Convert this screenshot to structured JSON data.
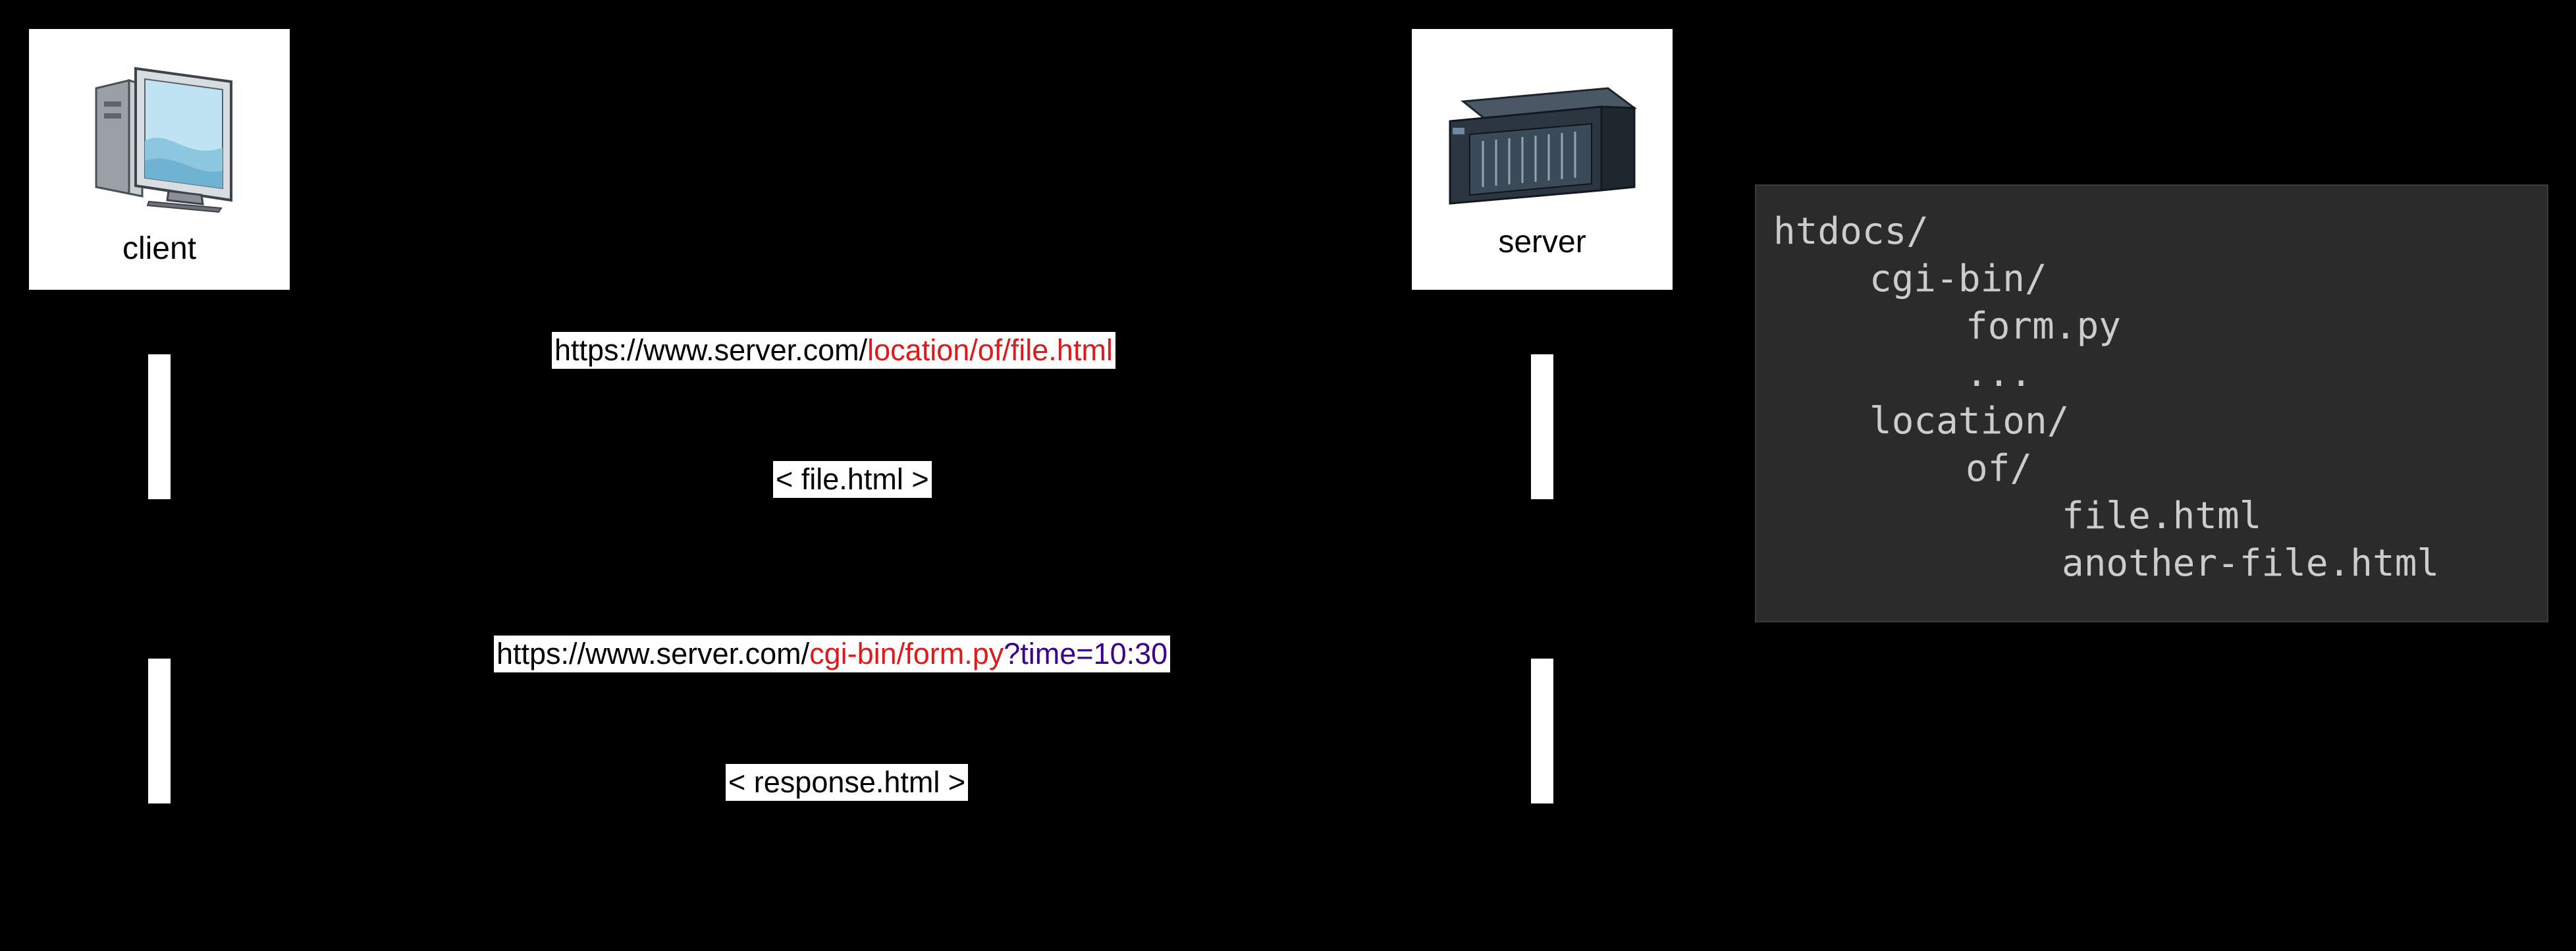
{
  "colors": {
    "background": "#000000",
    "path_highlight": "#e0191b",
    "query_highlight": "#3d008b",
    "panel_bg": "#2b2b2b",
    "panel_text": "#cccccc"
  },
  "actors": {
    "client": {
      "label": "client",
      "icon": "desktop-computer-icon"
    },
    "server": {
      "label": "server",
      "icon": "rack-server-icon"
    }
  },
  "messages": {
    "request1": {
      "base": "https://www.server.com/",
      "path": "location/of/file.html"
    },
    "response1": {
      "text": "< file.html >"
    },
    "request2": {
      "base": "https://www.server.com/",
      "path": "cgi-bin/form.py",
      "query": "?time=10:30"
    },
    "response2": {
      "text": "< response.html >"
    }
  },
  "filesystem": {
    "lines": [
      "htdocs/",
      "cgi-bin/",
      "form.py",
      "...",
      "location/",
      "of/",
      "file.html",
      "another-file.html"
    ]
  }
}
